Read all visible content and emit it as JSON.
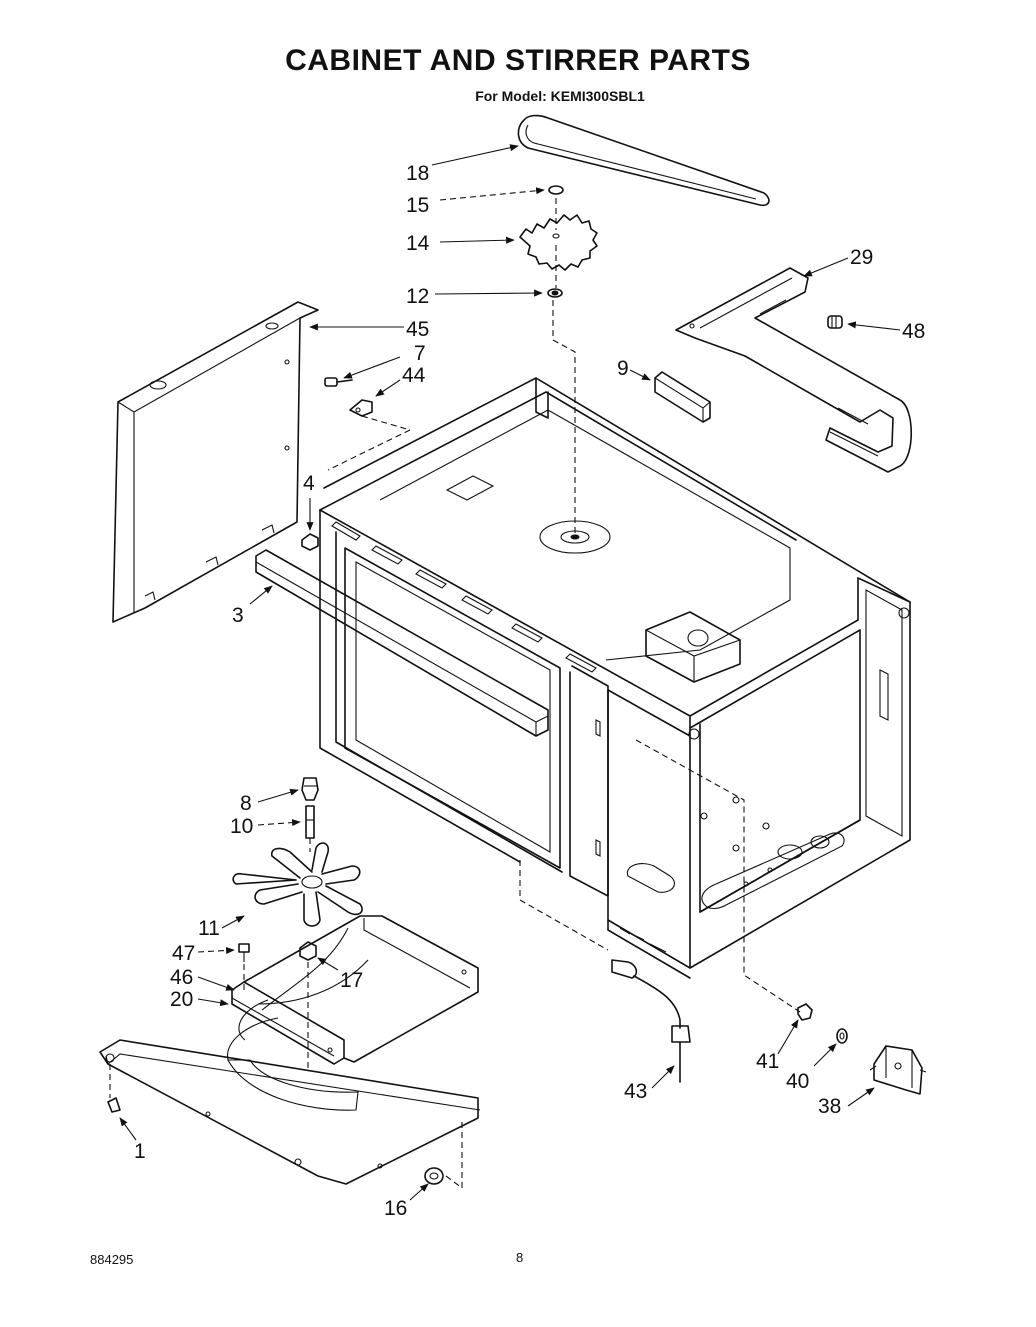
{
  "header": {
    "title": "CABINET AND STIRRER PARTS",
    "subtitle": "For Model: KEMI300SBL1"
  },
  "footer": {
    "doc_number": "884295",
    "page_number": "8"
  },
  "callouts": [
    {
      "id": "18",
      "text": "18"
    },
    {
      "id": "15",
      "text": "15"
    },
    {
      "id": "14",
      "text": "14"
    },
    {
      "id": "12",
      "text": "12"
    },
    {
      "id": "29",
      "text": "29"
    },
    {
      "id": "45",
      "text": "45"
    },
    {
      "id": "48",
      "text": "48"
    },
    {
      "id": "7",
      "text": "7"
    },
    {
      "id": "44",
      "text": "44"
    },
    {
      "id": "9",
      "text": "9"
    },
    {
      "id": "4",
      "text": "4"
    },
    {
      "id": "3",
      "text": "3"
    },
    {
      "id": "8",
      "text": "8"
    },
    {
      "id": "10",
      "text": "10"
    },
    {
      "id": "11",
      "text": "11"
    },
    {
      "id": "47",
      "text": "47"
    },
    {
      "id": "17",
      "text": "17"
    },
    {
      "id": "46",
      "text": "46"
    },
    {
      "id": "20",
      "text": "20"
    },
    {
      "id": "1",
      "text": "1"
    },
    {
      "id": "16",
      "text": "16"
    },
    {
      "id": "43",
      "text": "43"
    },
    {
      "id": "41",
      "text": "41"
    },
    {
      "id": "40",
      "text": "40"
    },
    {
      "id": "38",
      "text": "38"
    }
  ]
}
